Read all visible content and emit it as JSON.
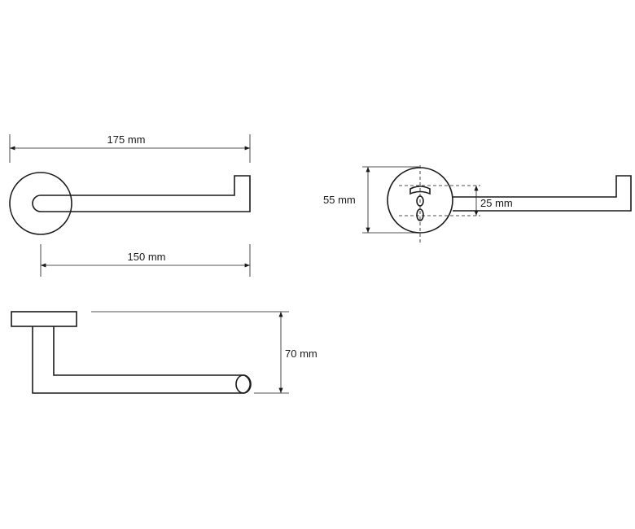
{
  "dimensions": {
    "total_length": "175 mm",
    "arm_length": "150 mm",
    "rosette_diameter": "55 mm",
    "hole_spacing": "25 mm",
    "height": "70 mm"
  }
}
